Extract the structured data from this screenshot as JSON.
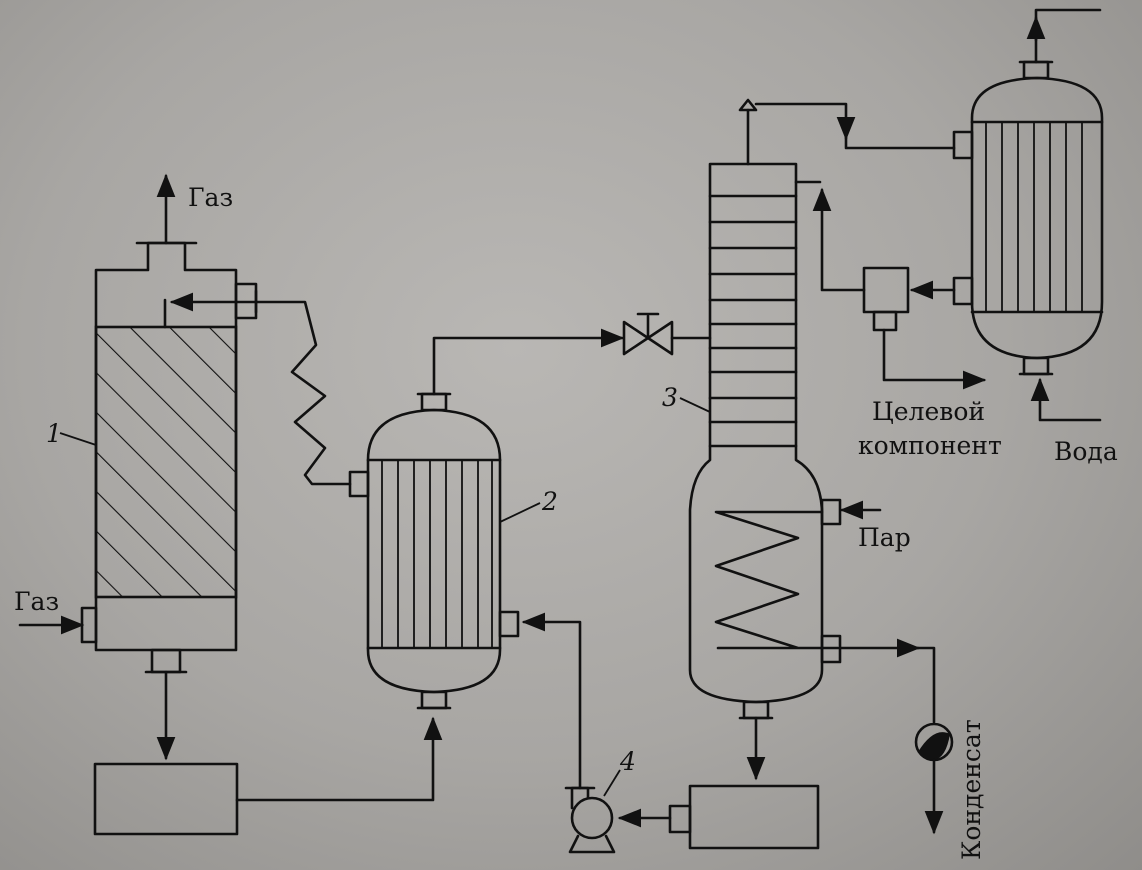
{
  "labels": {
    "gas_out": "Газ",
    "gas_in": "Газ",
    "target_line1": "Целевой",
    "target_line2": "компонент",
    "water": "Вода",
    "steam": "Пар",
    "condensate": "Конденсат"
  },
  "numbers": {
    "absorber": "1",
    "heat_exchanger": "2",
    "column": "3",
    "pump": "4"
  }
}
